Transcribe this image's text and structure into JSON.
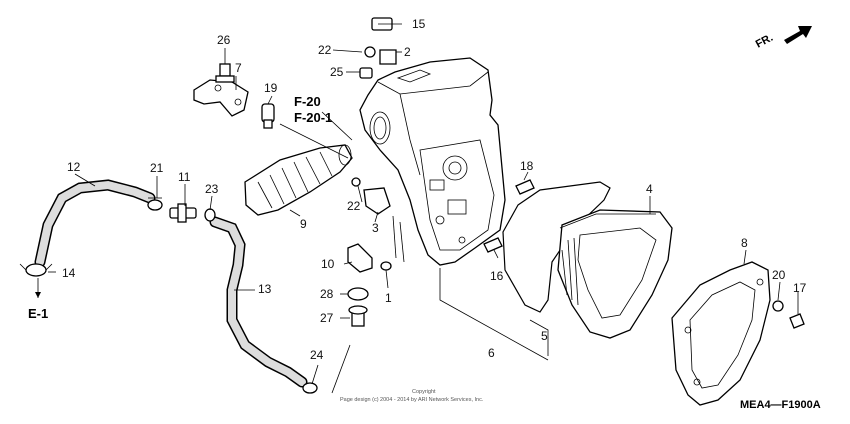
{
  "direction": {
    "label": "FR."
  },
  "references": [
    {
      "id": "ref-f20",
      "text": "F-20"
    },
    {
      "id": "ref-f20-1",
      "text": "F-20-1"
    },
    {
      "id": "ref-e1",
      "text": "E-1"
    }
  ],
  "parts": [
    {
      "num": "1"
    },
    {
      "num": "2"
    },
    {
      "num": "3"
    },
    {
      "num": "4"
    },
    {
      "num": "5"
    },
    {
      "num": "6"
    },
    {
      "num": "7"
    },
    {
      "num": "8"
    },
    {
      "num": "9"
    },
    {
      "num": "10"
    },
    {
      "num": "11"
    },
    {
      "num": "12"
    },
    {
      "num": "13"
    },
    {
      "num": "14"
    },
    {
      "num": "15"
    },
    {
      "num": "16"
    },
    {
      "num": "17"
    },
    {
      "num": "18"
    },
    {
      "num": "19"
    },
    {
      "num": "20"
    },
    {
      "num": "21"
    },
    {
      "num": "22"
    },
    {
      "num": "22"
    },
    {
      "num": "23"
    },
    {
      "num": "24"
    },
    {
      "num": "25"
    },
    {
      "num": "26"
    },
    {
      "num": "27"
    },
    {
      "num": "28"
    }
  ],
  "copyright": {
    "line1": "Copyright",
    "line2": "Page design (c) 2004 - 2014 by ARI Network Services, Inc."
  },
  "diagram_code": "MEA4—F1900A"
}
